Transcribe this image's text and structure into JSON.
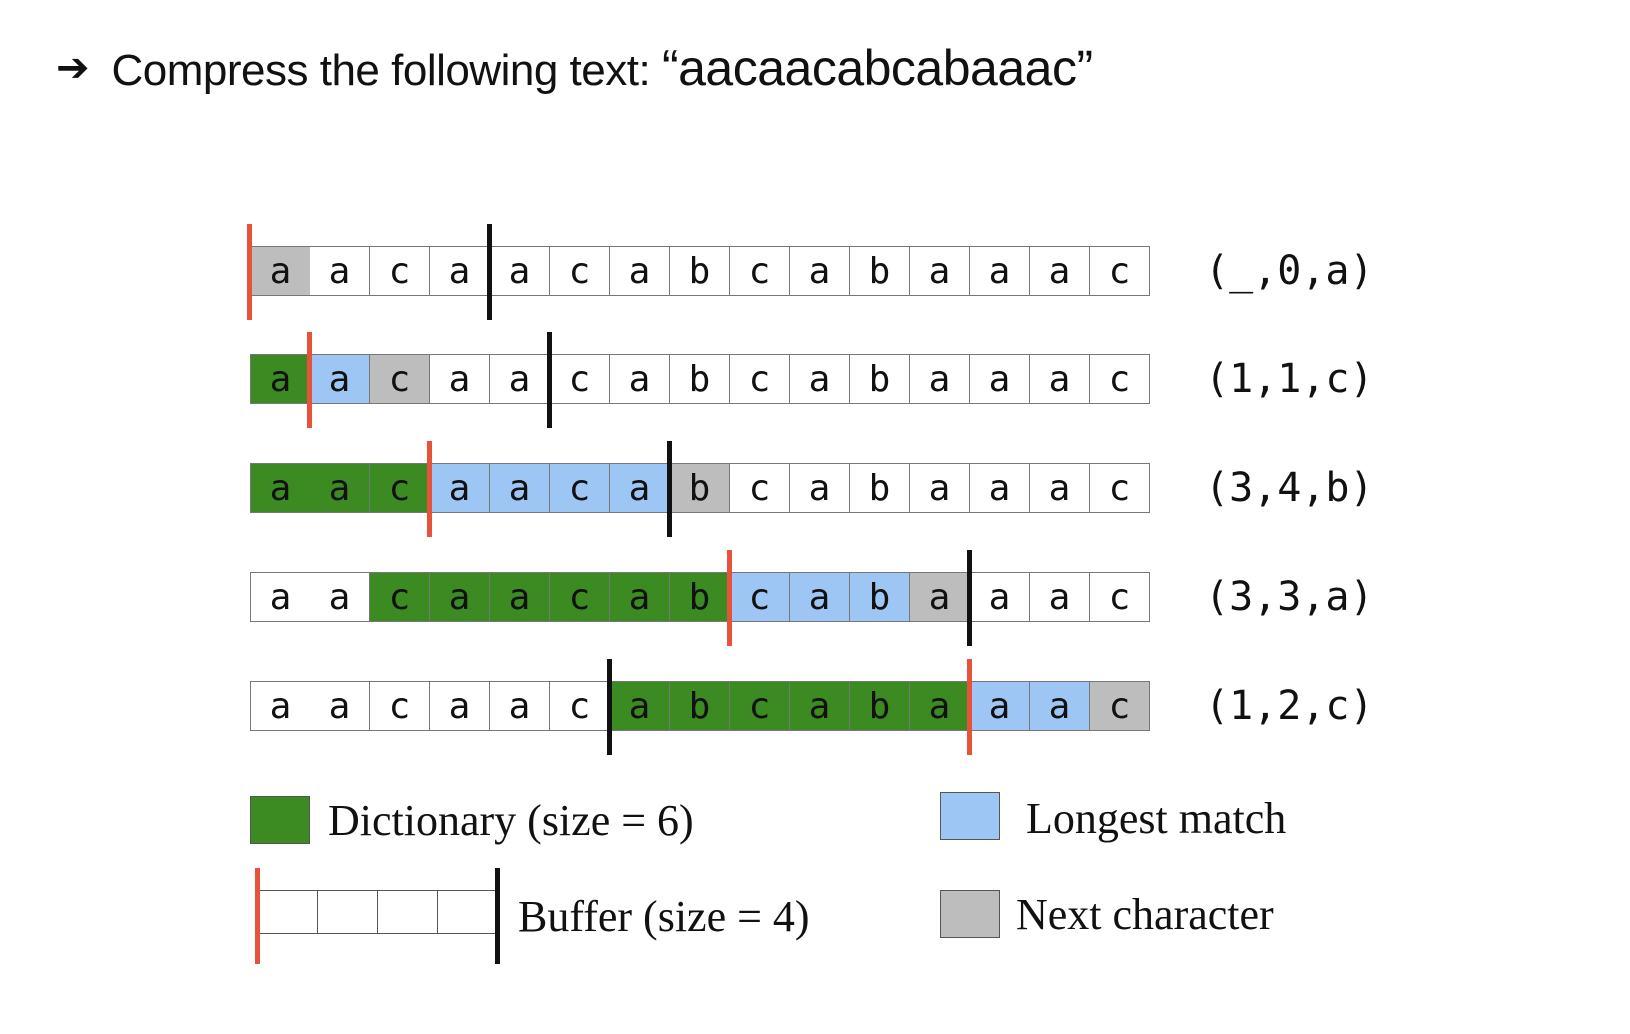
{
  "heading": {
    "arrow": "➔",
    "prefix": "Compress the following text: ",
    "quoted": "“aacaacabcabaaac”"
  },
  "colors": {
    "dictionary": "#3c8a22",
    "longest_match": "#9ec6f4",
    "next_character": "#bdbdbd",
    "marker_red": "#e8523a",
    "marker_black": "#111111"
  },
  "rows": [
    {
      "chars": [
        "a",
        "a",
        "c",
        "a",
        "a",
        "c",
        "a",
        "b",
        "c",
        "a",
        "b",
        "a",
        "a",
        "a",
        "c"
      ],
      "states": [
        "next",
        "",
        "",
        "",
        "",
        "",
        "",
        "",
        "",
        "",
        "",
        "",
        "",
        "",
        ""
      ],
      "red_before": 0,
      "black_before": 4,
      "output": "(_,0,a)"
    },
    {
      "chars": [
        "a",
        "a",
        "c",
        "a",
        "a",
        "c",
        "a",
        "b",
        "c",
        "a",
        "b",
        "a",
        "a",
        "a",
        "c"
      ],
      "states": [
        "dict",
        "match",
        "next",
        "",
        "",
        "",
        "",
        "",
        "",
        "",
        "",
        "",
        "",
        "",
        ""
      ],
      "red_before": 1,
      "black_before": 5,
      "output": "(1,1,c)"
    },
    {
      "chars": [
        "a",
        "a",
        "c",
        "a",
        "a",
        "c",
        "a",
        "b",
        "c",
        "a",
        "b",
        "a",
        "a",
        "a",
        "c"
      ],
      "states": [
        "dict",
        "dict",
        "dict",
        "match",
        "match",
        "match",
        "match",
        "next",
        "",
        "",
        "",
        "",
        "",
        "",
        ""
      ],
      "red_before": 3,
      "black_before": 7,
      "output": "(3,4,b)"
    },
    {
      "chars": [
        "a",
        "a",
        "c",
        "a",
        "a",
        "c",
        "a",
        "b",
        "c",
        "a",
        "b",
        "a",
        "a",
        "a",
        "c"
      ],
      "states": [
        "",
        "",
        "dict",
        "dict",
        "dict",
        "dict",
        "dict",
        "dict",
        "match",
        "match",
        "match",
        "next",
        "",
        "",
        ""
      ],
      "red_before": 8,
      "black_before": 12,
      "output": "(3,3,a)"
    },
    {
      "chars": [
        "a",
        "a",
        "c",
        "a",
        "a",
        "c",
        "a",
        "b",
        "c",
        "a",
        "b",
        "a",
        "a",
        "a",
        "c"
      ],
      "states": [
        "",
        "",
        "",
        "",
        "",
        "",
        "dict",
        "dict",
        "dict",
        "dict",
        "dict",
        "dict",
        "match",
        "match",
        "next"
      ],
      "red_before": 12,
      "black_before": 6,
      "output": "(1,2,c)"
    }
  ],
  "legend": {
    "dictionary": "Dictionary (size = 6)",
    "longest_match": "Longest match",
    "buffer": "Buffer (size = 4)",
    "next_character": "Next character"
  }
}
